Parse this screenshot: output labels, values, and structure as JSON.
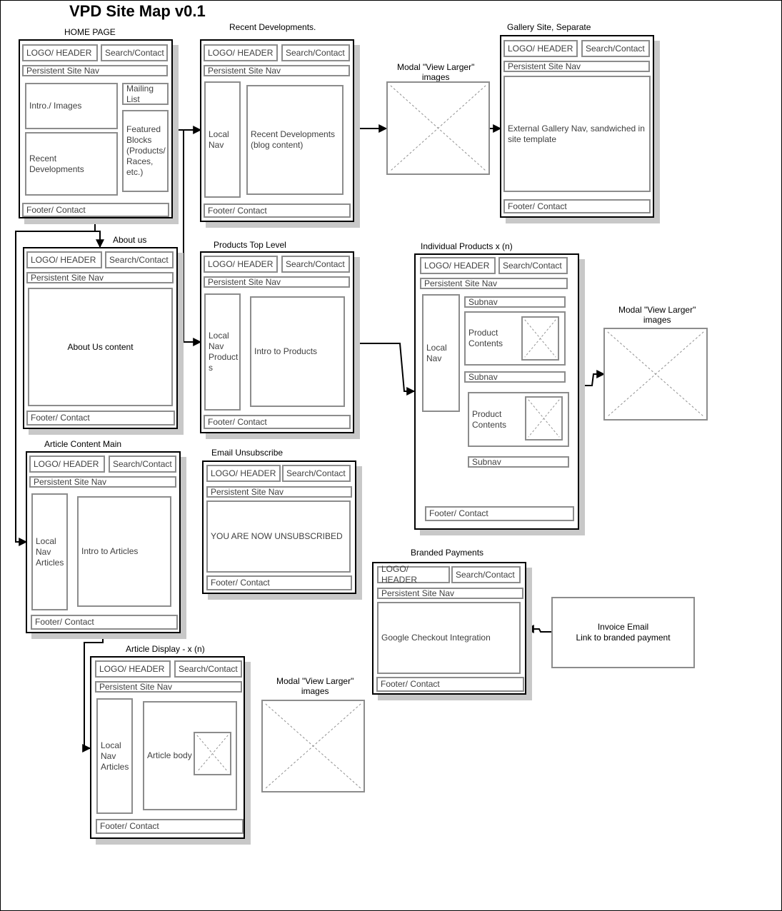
{
  "title": "VPD Site Map v0.1",
  "common": {
    "logo": "LOGO/ HEADER",
    "search": "Search/Contact",
    "nav": "Persistent Site Nav",
    "footer": "Footer/ Contact"
  },
  "home": {
    "label": "HOME PAGE",
    "intro": "Intro./ Images",
    "mailing": "Mailing List",
    "recent": "Recent Developments",
    "featured": "Featured\nBlocks\n(Products/\nRaces,\netc.)"
  },
  "recent": {
    "label": "Recent Developments.",
    "local_nav": "Local\nNav",
    "content": "Recent Developments\n(blog content)"
  },
  "modal_label": "Modal \"View Larger\"\nimages",
  "gallery": {
    "label": "Gallery Site, Separate",
    "content": "External Gallery Nav, sandwiched in\nsite template"
  },
  "about": {
    "label": "About us",
    "content": "About Us content"
  },
  "products": {
    "label": "Products Top Level",
    "local_nav": "Local\nNav\nProduct\ns",
    "content": "Intro to Products"
  },
  "individual": {
    "label": "Individual Products x (n)",
    "local_nav": "Local\nNav",
    "subnav": "Subnav",
    "product_contents": "Product\nContents"
  },
  "article_main": {
    "label": "Article Content Main",
    "local_nav": "Local\nNav\nArticles",
    "content": "Intro to Articles"
  },
  "unsubscribe": {
    "label": "Email Unsubscribe",
    "content": "YOU ARE NOW UNSUBSCRIBED"
  },
  "payments": {
    "label": "Branded Payments",
    "content": "Google Checkout Integration"
  },
  "invoice": "Invoice Email\nLink to branded payment",
  "article_display": {
    "label": "Article Display - x (n)",
    "local_nav": "Local\nNav\nArticles",
    "content": "Article body"
  }
}
